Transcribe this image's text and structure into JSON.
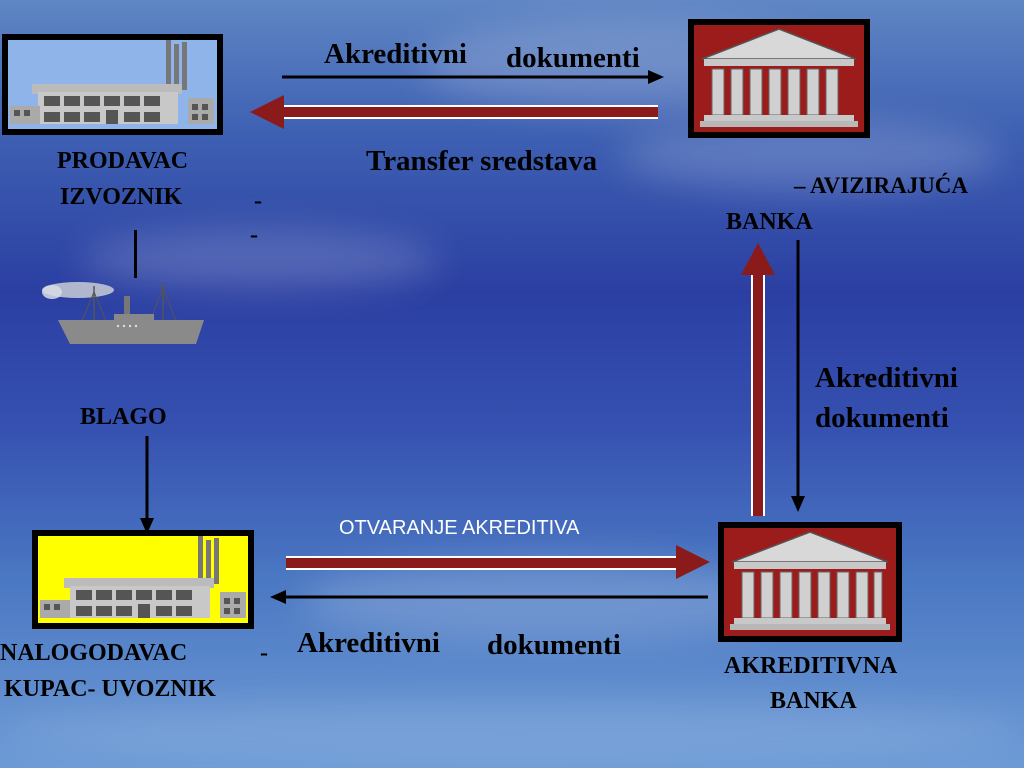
{
  "seller": {
    "line1": "PRODAVAC",
    "line2": "IZVOZNIK",
    "dash1": "-",
    "dash2": "-"
  },
  "cargo_label": "BLAGO",
  "buyer": {
    "line1": "NALOGODAVAC",
    "dash": "-",
    "line2": "KUPAC- UVOZNIK"
  },
  "advising_bank": {
    "line1": "– AVIZIRAJUĆA",
    "line2": "BANKA"
  },
  "issuing_bank": {
    "line1": "AKREDITIVNA",
    "line2": "BANKA"
  },
  "top_docs": {
    "word1": "Akreditivni",
    "word2": "dokumenti"
  },
  "transfer": "Transfer sredstava",
  "right_docs": {
    "line1": "Akreditivni",
    "line2": "dokumenti"
  },
  "opening": "OTVARANJE AKREDITIVA",
  "bottom_docs": {
    "word1": "Akreditivni",
    "word2": "dokumenti"
  },
  "colors": {
    "red_arrow": "#8b1a1a",
    "bank_box": "#9c1c1c",
    "seller_box": "#8fb4ea",
    "buyer_box": "#ffff00"
  },
  "icons": [
    "factory-icon",
    "bank-icon",
    "ship-icon"
  ]
}
